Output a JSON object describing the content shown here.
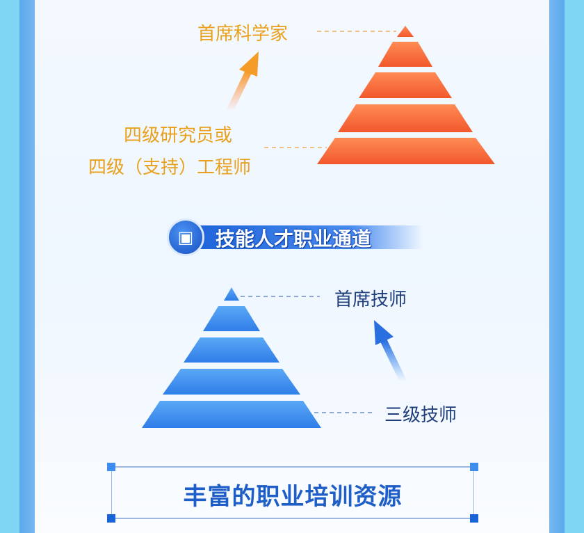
{
  "research_path": {
    "top_label": "首席科学家",
    "bottom_label_line1": "四级研究员或",
    "bottom_label_line2": "四级（支持）工程师",
    "color": "#f26a3a"
  },
  "skill_path": {
    "banner_title": "技能人才职业通道",
    "banner_icon": "id-card-icon",
    "top_label": "首席技师",
    "bottom_label": "三级技师",
    "color": "#3a8ef0"
  },
  "section_title": "丰富的职业培训资源"
}
